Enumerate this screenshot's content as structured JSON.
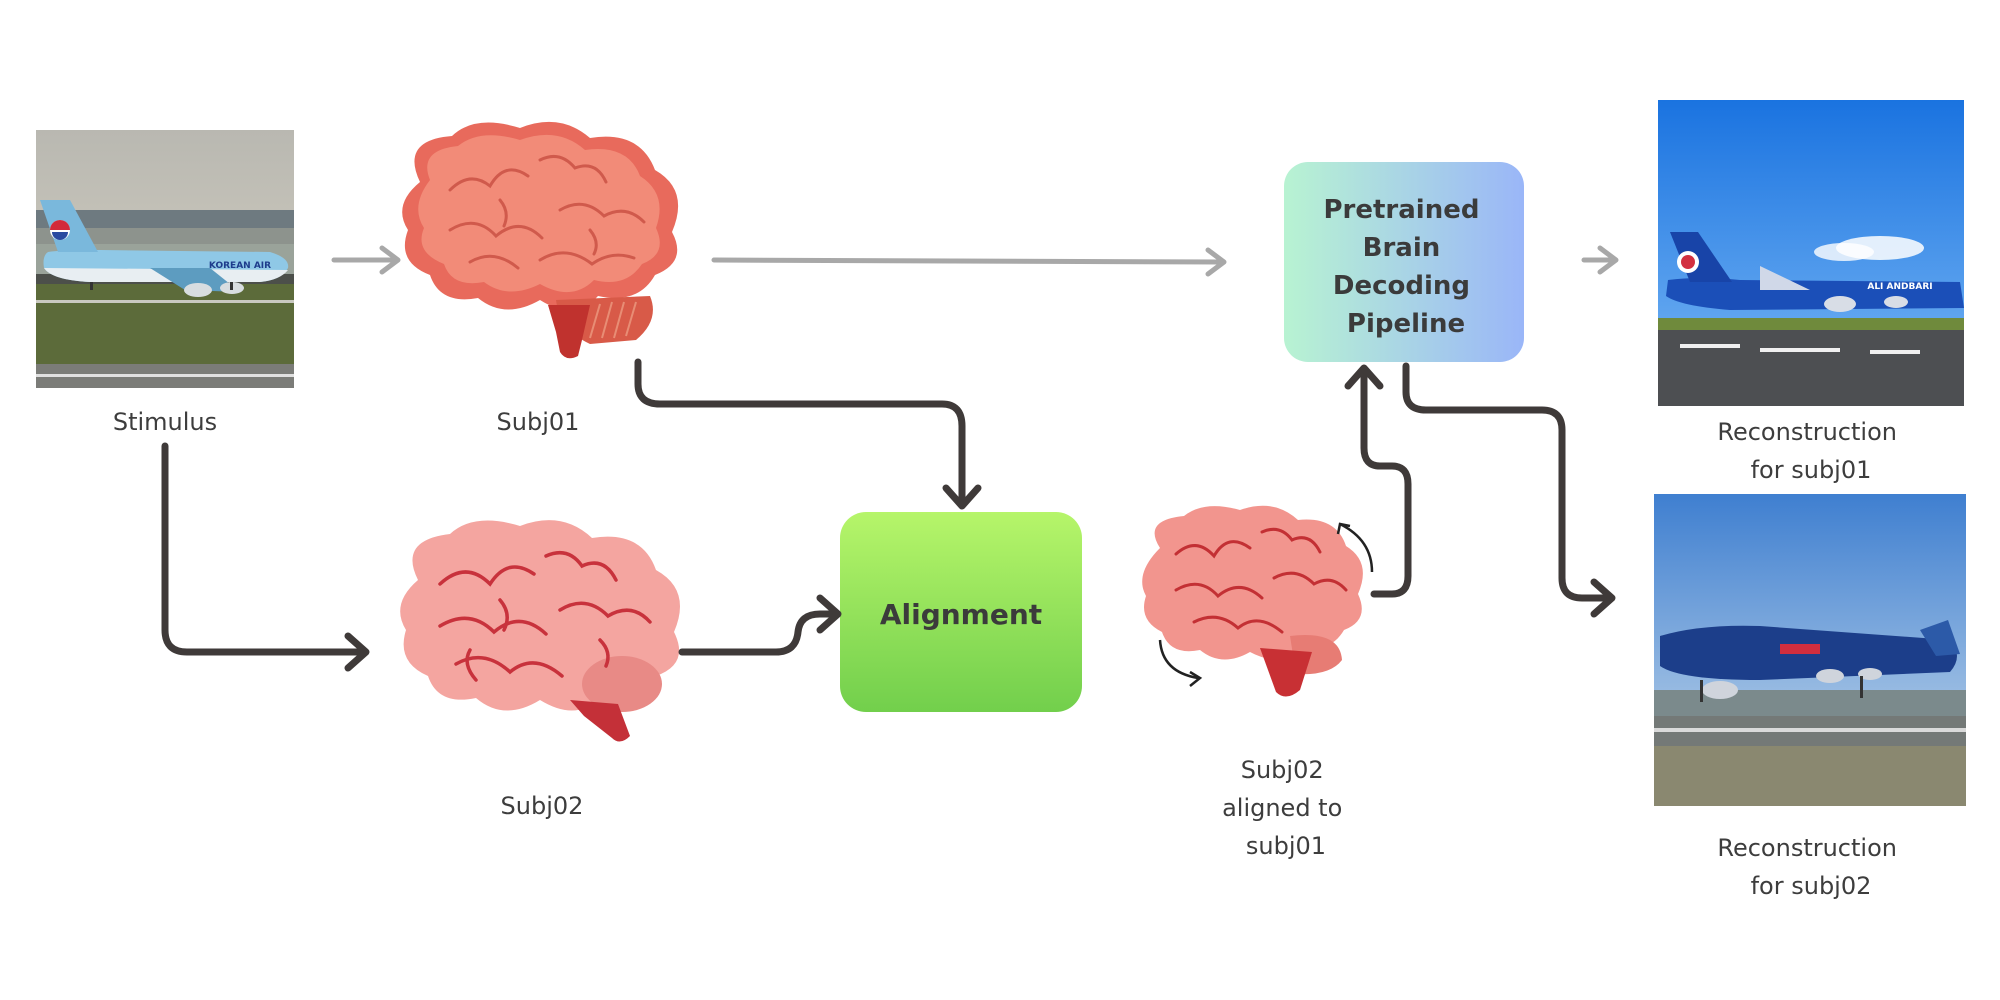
{
  "nodes": {
    "stimulus": {
      "label": "Stimulus"
    },
    "subj01": {
      "label": "Subj01"
    },
    "subj02": {
      "label": "Subj02"
    },
    "alignment": {
      "label": "Alignment"
    },
    "pipeline": {
      "lines": [
        "Pretrained",
        "Brain",
        "Decoding",
        "Pipeline"
      ]
    },
    "aligned": {
      "lines": [
        "Subj02",
        "aligned to",
        "subj01"
      ]
    },
    "recon01": {
      "lines": [
        "Reconstruction",
        "for subj01"
      ]
    },
    "recon02": {
      "lines": [
        "Reconstruction",
        "for subj02"
      ]
    }
  },
  "images": {
    "stimulus_airline_text": "KOREAN AIR",
    "recon01_airline_text": "ALI ANDBARI"
  },
  "colors": {
    "arrow_gray": "#a8a8a8",
    "arrow_dark": "#3f3a39",
    "brain_subj01": "#ee8070",
    "brain_subj02": "#f5a0a0",
    "alignment_box": "#92de5e",
    "pipeline_gradient": [
      "#b8f3d2",
      "#9ab6f8"
    ]
  }
}
